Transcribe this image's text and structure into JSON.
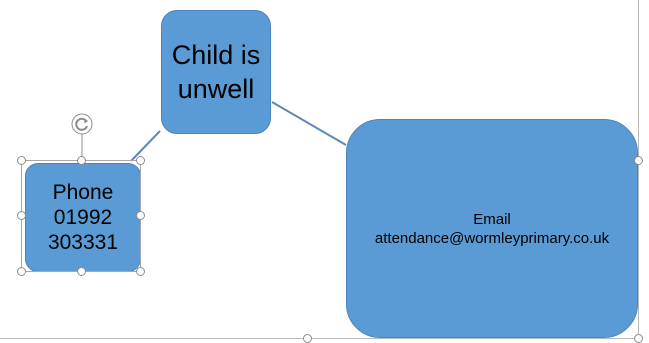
{
  "diagram": {
    "nodes": [
      {
        "id": "child",
        "label": "Child is\nunwell"
      },
      {
        "id": "phone",
        "label": "Phone\n01992\n303331"
      },
      {
        "id": "email",
        "label": "Email\nattendance@wormleyprimary.co.uk"
      }
    ],
    "edges": [
      {
        "from": "child",
        "to": "phone"
      },
      {
        "from": "child",
        "to": "email"
      }
    ],
    "fill_color": "#5b9bd5",
    "connector_color": "#5b8ab8",
    "selected_node": "phone"
  },
  "icons": {
    "rotate_handle": "rotate-icon",
    "resize_handle": "resize-handle"
  }
}
